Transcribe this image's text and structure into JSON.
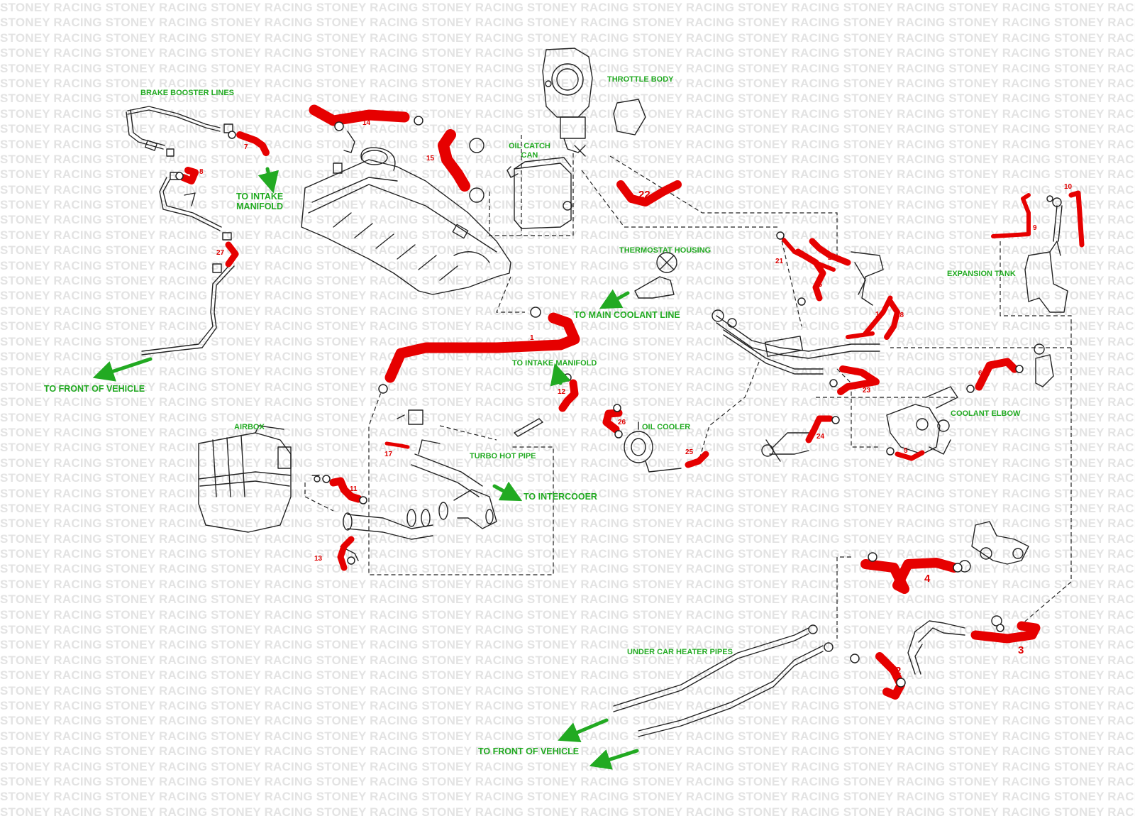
{
  "watermark_text": "STONEY RACING",
  "labels": {
    "brake_booster_lines": "BRAKE BOOSTER LINES",
    "to_intake_manifold_top": "TO INTAKE\nMANIFOLD",
    "to_front_of_vehicle_left": "TO FRONT OF VEHICLE",
    "throttle_body": "THROTTLE BODY",
    "oil_catch_can": "OIL CATCH\nCAN",
    "thermostat_housing": "THERMOSTAT HOUSING",
    "to_main_coolant_line": "TO MAIN COOLANT LINE",
    "to_intake_manifold_mid": "TO INTAKE MANIFOLD",
    "expansion_tank": "EXPANSION TANK",
    "coolant_elbow": "COOLANT ELBOW",
    "airbox": "AIRBOX",
    "oil_cooler": "OIL COOLER",
    "turbo_hot_pipe": "TURBO HOT PIPE",
    "to_intercooler": "TO INTERCOOER",
    "under_car_heater_pipes": "UNDER CAR HEATER PIPES",
    "to_front_of_vehicle_bottom": "TO FRONT OF VEHICLE"
  },
  "part_numbers": {
    "n1": "1",
    "n2": "2",
    "n3": "3",
    "n4": "4",
    "n5": "5",
    "n6": "6",
    "n7": "7",
    "n8": "8",
    "n9": "9",
    "n10": "10",
    "n11": "11",
    "n12": "12",
    "n13": "13",
    "n14": "14",
    "n15": "15",
    "n16": "16",
    "n17": "17",
    "n18": "18",
    "n19": "19",
    "n20": "20",
    "n21": "21",
    "n22": "22",
    "n23": "23",
    "n24": "24",
    "n25": "25",
    "n26": "26",
    "n27": "27"
  },
  "colors": {
    "hose": "#e60000",
    "label": "#22aa22",
    "arrow": "#22aa22",
    "line_art": "#222222",
    "watermark": "#e3e3e3"
  }
}
